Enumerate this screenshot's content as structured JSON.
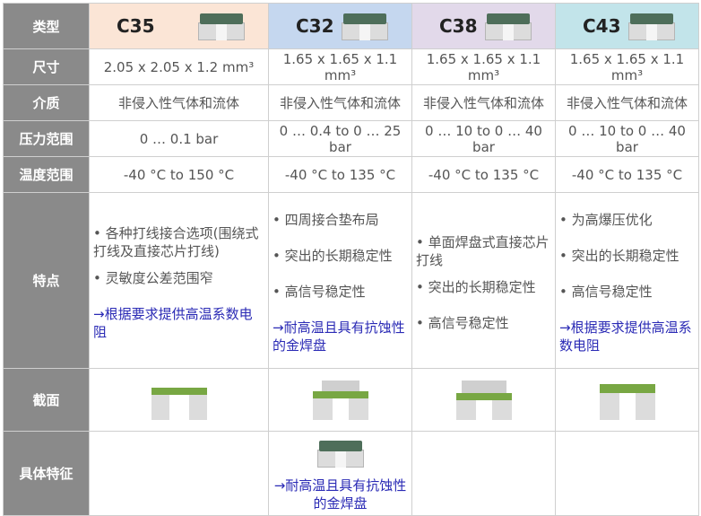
{
  "headers": {
    "label": "类型",
    "products": [
      "C35",
      "C32",
      "C38",
      "C43"
    ],
    "colors": [
      "#fbe5d6",
      "#c5d7ef",
      "#e2d9ea",
      "#c2e4ea"
    ]
  },
  "rows": {
    "size": {
      "label": "尺寸",
      "values": [
        "2.05 x 2.05 x 1.2 mm³",
        "1.65 x 1.65 x 1.1 mm³",
        "1.65 x 1.65 x 1.1 mm³",
        "1.65 x 1.65 x 1.1 mm³"
      ]
    },
    "medium": {
      "label": "介质",
      "values": [
        "非侵入性气体和流体",
        "非侵入性气体和流体",
        "非侵入性气体和流体",
        "非侵入性气体和流体"
      ]
    },
    "pressure": {
      "label": "压力范围",
      "values": [
        "0 … 0.1 bar",
        "0 … 0.4 to 0 … 25 bar",
        "0 … 10 to 0 … 40 bar",
        "0 … 10 to 0 … 40 bar"
      ]
    },
    "temperature": {
      "label": "温度范围",
      "values": [
        "-40 °C to 150 °C",
        "-40 °C to 135 °C",
        "-40 °C to 135 °C",
        "-40 °C to 135 °C"
      ]
    },
    "features": {
      "label": "特点",
      "c35": [
        "• 各种打线接合选项(围绕式打线及直接芯片打线)",
        "• 灵敏度公差范围窄",
        "→根据要求提供高温系数电阻"
      ],
      "c32": [
        "• 四周接合垫布局",
        "• 突出的长期稳定性",
        "• 高信号稳定性",
        "→耐高温且具有抗蚀性的金焊盘"
      ],
      "c38": [
        "• 单面焊盘式直接芯片打线",
        "• 突出的长期稳定性",
        "• 高信号稳定性"
      ],
      "c43": [
        "• 为高爆压优化",
        "• 突出的长期稳定性",
        "• 高信号稳定性",
        "→根据要求提供高温系数电阻"
      ]
    },
    "crossSection": {
      "label": "截面"
    },
    "specific": {
      "label": "具体特征",
      "c32_text": "→耐高温且具有抗蚀性的金焊盘"
    }
  },
  "colors": {
    "label_bg": "#8a8a8a",
    "gold_pad": "#78a743",
    "link": "#2a2ab5"
  }
}
